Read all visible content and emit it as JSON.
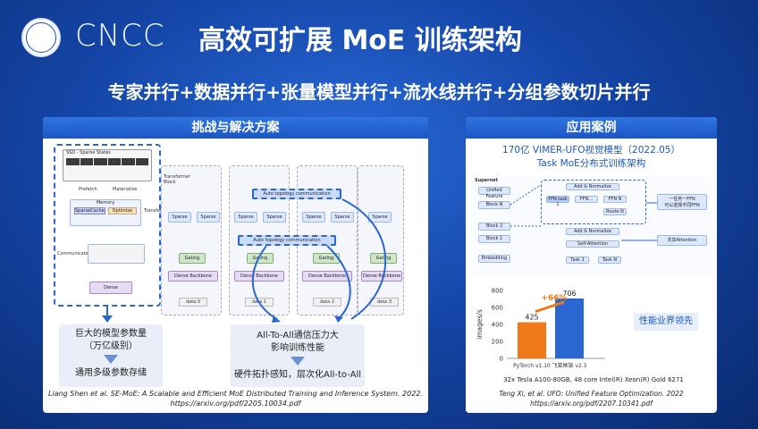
{
  "header": {
    "logo_text": "CNCC",
    "title": "高效可扩展 MoE 训练架构",
    "subtitle": "专家并行+数据并行+张量模型并行+流水线并行+分组参数切片并行"
  },
  "left_panel": {
    "header": "挑战与解决方案",
    "diagram": {
      "ssd_label": "SSD - Sparse States",
      "prefetch": "Prefetch",
      "materialize": "Materialize",
      "memory": "Memory",
      "sparse_cache": "SparseCache",
      "optimize": "Optimize",
      "transfer": "Transfer",
      "communicate": "Communicate",
      "dense": "Dense",
      "transformer_block": "Transformer Block",
      "comm_top": "Auto topology communication",
      "comm_mid": "Auto topology communication",
      "sparse": "Sparse",
      "gating": "Gating",
      "dense_backbone": "Dense Backbone",
      "data": [
        "data 0",
        "data 1",
        "data 2",
        "data 3"
      ]
    },
    "callout_left": {
      "line1": "巨大的模型参数量",
      "line2": "（万亿级别）",
      "line3": "通用多级参数存储"
    },
    "callout_right": {
      "line1": "All-To-All通信压力大",
      "line2": "影响训练性能",
      "line3": "硬件拓扑感知，层次化All-to-All"
    },
    "citation_line1": "Liang Shen et al. SE-MoE: A Scalable and Efficient MoE Distributed Training and Inference System. 2022.",
    "citation_line2": "https://arxiv.org/pdf/2205.10034.pdf"
  },
  "right_panel": {
    "header": "应用案例",
    "title_line1": "170亿 VIMER-UFO视觉模型（2022.05）",
    "title_line2": "Task MoE分布式训练架构",
    "arch": {
      "supernet": "Supernet",
      "unified_feature": "Unified Feature",
      "block_n": "Block N",
      "block_2": "Block 2",
      "block_1": "Block 1",
      "embedding": "Embedding",
      "add_norm": "Add & Normalize",
      "ffn_task1": "FFN task 1",
      "ffn_task2": "FFN...",
      "ffn_taskn": "FFN N",
      "route": "Route N",
      "self_attention": "Self-Attention",
      "task": "Task 1",
      "task_n": "Task N",
      "ffn_note": "一任务一FFN\n可以选择不同FFN",
      "attn_note": "共享Attention"
    },
    "chart_data": {
      "type": "bar",
      "categories": [
        "PyTorch v1.10",
        "飞桨框架 v2.3"
      ],
      "values": [
        425,
        706
      ],
      "ylabel": "images/s",
      "ylim": [
        0,
        800
      ],
      "yticks": [
        0,
        200,
        400,
        600,
        800
      ],
      "annotation": "+66%",
      "colors": [
        "#f07a1a",
        "#2a67d0"
      ],
      "xlabel": "32x Tesla A100-80GB, 48 core Intel(R) Xeon(R) Gold 6271"
    },
    "perf_badge": "性能业界领先",
    "citation_line1": "Teng Xi, et al. UFO: Unified Feature Optimization. 2022",
    "citation_line2": "https://arxiv.org/pdf/2207.10341.pdf"
  }
}
